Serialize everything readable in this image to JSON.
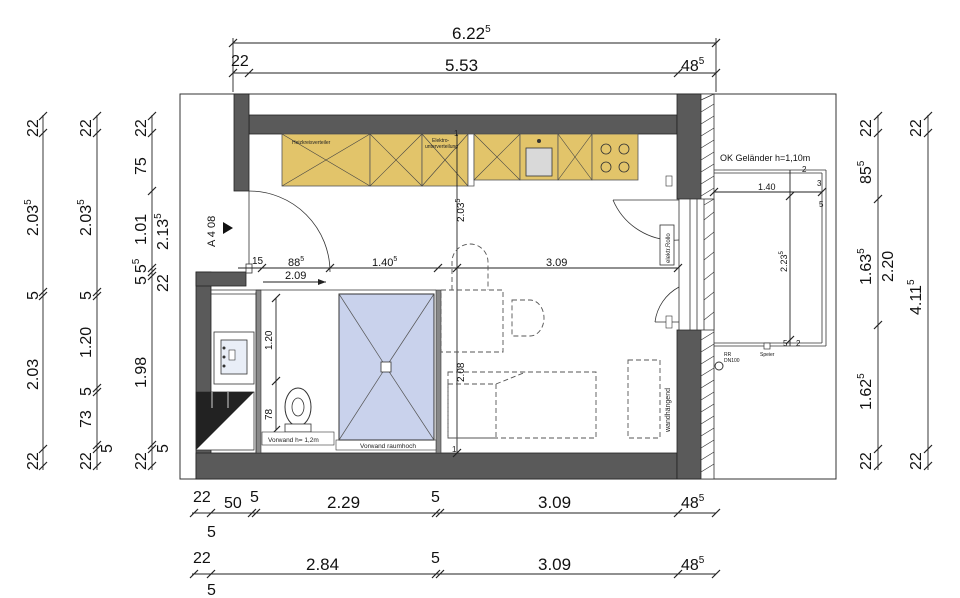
{
  "dims": {
    "top_total": "6.22",
    "top_total_sup": "5",
    "top_left": "22",
    "top_mid": "5.53",
    "top_right": "48",
    "top_right_sup": "5",
    "b1": [
      "22",
      "50",
      "5",
      "2.29",
      "5",
      "3.09",
      "48"
    ],
    "b1_right_sup": "5",
    "b1_under": "5",
    "b2": [
      "22",
      "2.84",
      "5",
      "3.09",
      "48"
    ],
    "b2_right_sup": "5",
    "b2_under": "5",
    "left1": [
      "22",
      "2.03",
      "5",
      "2.03",
      "22"
    ],
    "left1_sup": "5",
    "left2": [
      "22",
      "2.03",
      "5",
      "1.20",
      "5",
      "73",
      "5",
      "22"
    ],
    "left2_sup": "5",
    "left3": [
      "22",
      "75",
      "1.01",
      "5",
      "5",
      "1.98",
      "5",
      "22"
    ],
    "left3_sup_55": "5",
    "left3_side": "2.13",
    "left3_side_sup": "5",
    "left3_22": "22",
    "right1": [
      "22",
      "85",
      "1.63",
      "1.62",
      "22"
    ],
    "right1_sups": [
      "5",
      "5",
      "5"
    ],
    "right_mid": "2.20",
    "right_far": [
      "22",
      "4.11",
      "22"
    ],
    "right_far_sup": "5"
  },
  "labels": {
    "room": "A 4 08",
    "heizkreis": "Heizkreisverteiler",
    "elektro": "Elektro-unterverteilung",
    "elektro_1": "Elektro-",
    "elektro_2": "unterverteilung",
    "gelaender": "OK Geländer h=1,10m",
    "balcony_w": "1.40",
    "balcony_h": "2.23",
    "balcony_h_sup": "5",
    "balcony_n": [
      "2",
      "3",
      "5",
      "5",
      "2"
    ],
    "rolladen": "elektr.Rollo",
    "wandhaengend": "wandhängend",
    "rr": "RR",
    "rr_dn": "DN100",
    "speier": "Speier",
    "vorwand_1": "Vorwand h= 1,2m",
    "vorwand_2": "Vorwand raumhoch",
    "d15": "15",
    "d88": "88",
    "d88_sup": "5",
    "d140": "1.40",
    "d140_sup": "5",
    "d309": "3.09",
    "d209": "2.09",
    "d203": "2.03",
    "d203_sup": "5",
    "d208": "2.08",
    "d120": "1.20",
    "d78": "78",
    "one": "1"
  }
}
